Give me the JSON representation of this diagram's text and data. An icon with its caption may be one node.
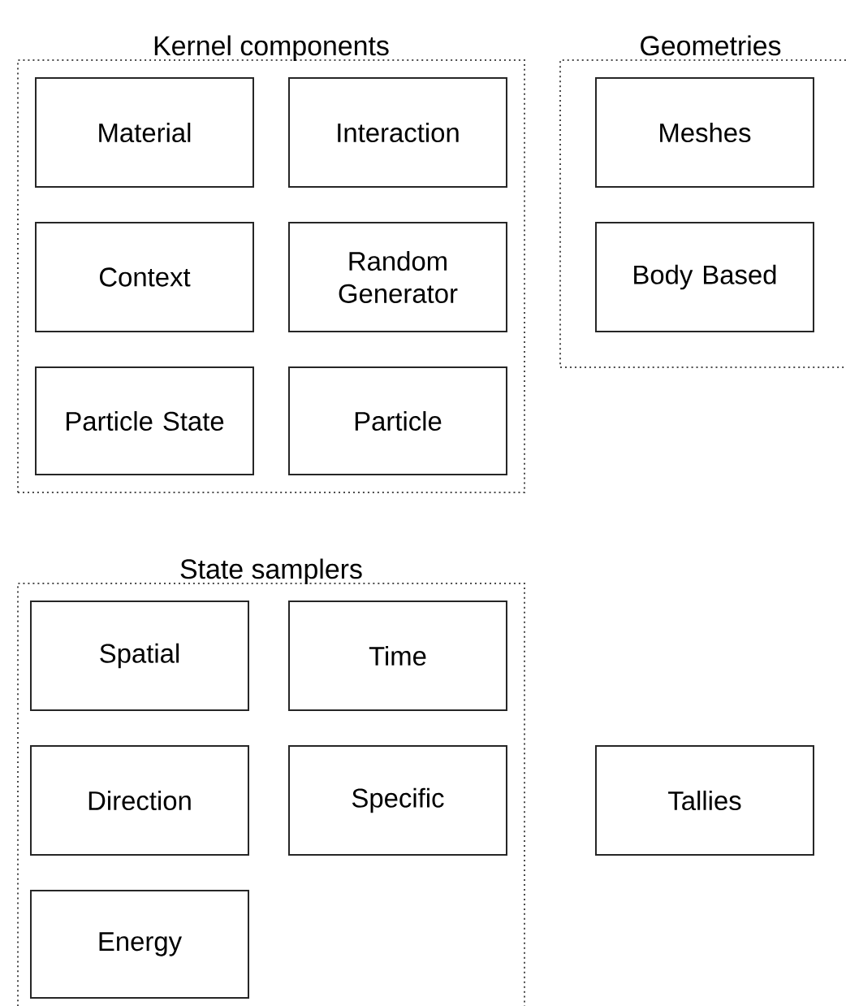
{
  "diagram": {
    "nodes": [
      {
        "text": [
          "Kernel components"
        ]
      },
      {
        "text": [
          "Material"
        ],
        "in": 0
      },
      {
        "text": [
          "Interaction"
        ],
        "in": 0
      },
      {
        "text": [
          "Context"
        ],
        "in": 0
      },
      {
        "text": [
          "Random Generator"
        ],
        "in": 0
      },
      {
        "text": [
          "Particle State"
        ],
        "in": 0
      },
      {
        "text": [
          "Particle"
        ],
        "in": 0
      },
      {
        "text": [
          "Geometries"
        ]
      },
      {
        "text": [
          "Meshes"
        ],
        "in": 7
      },
      {
        "text": [
          "Body Based"
        ],
        "in": 7
      },
      {
        "text": [
          "State samplers"
        ]
      },
      {
        "text": [
          "Spatial"
        ],
        "in": 10
      },
      {
        "text": [
          "Time"
        ],
        "in": 10
      },
      {
        "text": [
          "Direction"
        ],
        "in": 10
      },
      {
        "text": [
          "Specific"
        ],
        "in": 10
      },
      {
        "text": [
          "Energy"
        ],
        "in": 10
      },
      {
        "text": [
          "Tallies"
        ]
      }
    ]
  }
}
